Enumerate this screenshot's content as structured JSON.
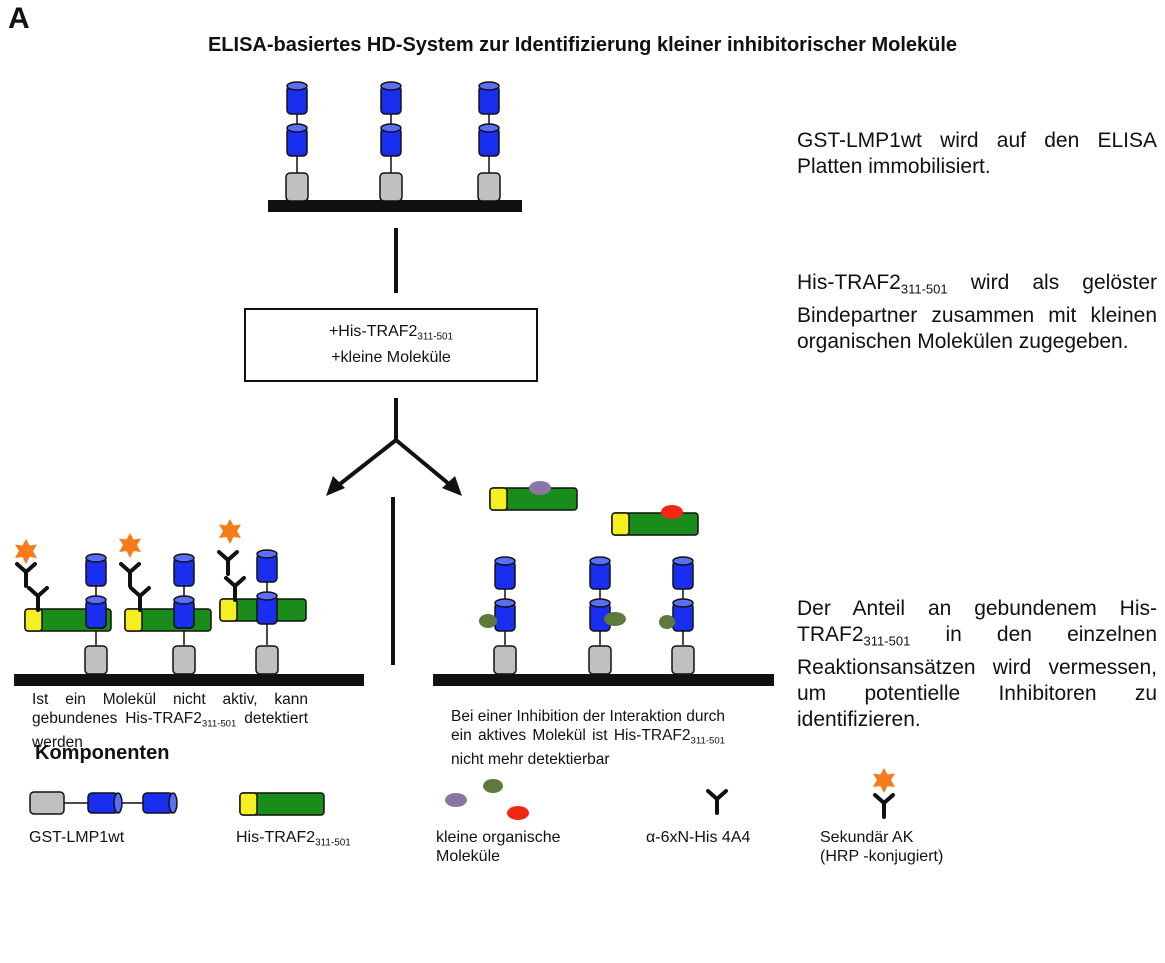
{
  "panel_letter": "A",
  "title": "ELISA-basiertes HD-System zur Identifizierung kleiner inhibitorischer Moleküle",
  "step_box": {
    "line1_main": "+His-TRAF2",
    "line1_sub": "311-501",
    "line2": "+kleine Moleküle"
  },
  "descriptions": {
    "step1": "GST-LMP1wt wird auf den ELISA Platten immobilisiert.",
    "step2_main": "His-TRAF2",
    "step2_sub": "311-501",
    "step2_rest": " wird als gelöster Bindepartner zusammen mit kleinen organischen Molekülen zugegeben.",
    "step3_pre": "Der Anteil an gebundenem His-TRAF2",
    "step3_sub": "311-501",
    "step3_rest": " in den einzelnen Reaktionsansätzen wird vermessen, um potentielle Inhibitoren zu identifizieren."
  },
  "captions": {
    "left_pre": "Ist ein Molekül nicht aktiv, kann gebundenes His-TRAF2",
    "left_sub": "311-501",
    "left_rest": " detektiert werden",
    "right_pre": "Bei einer Inhibition der Interaktion durch ein aktives Molekül ist His-TRAF2",
    "right_sub": "311-501",
    "right_rest": " nicht mehr detektierbar"
  },
  "legend": {
    "heading": "Komponenten",
    "gst": "GST-LMP1wt",
    "his_main": "His-TRAF2",
    "his_sub": "311-501",
    "small_line1": "kleine organische",
    "small_line2": "Moleküle",
    "antibody": "α-6xN-His 4A4",
    "secondary_line1": "Sekundär AK",
    "secondary_line2": "(HRP -konjugiert)"
  },
  "colors": {
    "gst": "#c0c0c0",
    "lmp1": "#1a2ef0",
    "lmp1_cap": "#5a6ef8",
    "traf_body": "#1a8c1a",
    "his_tag": "#f5ee20",
    "molecule_purple": "#8a74a8",
    "molecule_green": "#5e7a3a",
    "molecule_red": "#f02a10",
    "hrp": "#f57c18",
    "line": "#111111"
  },
  "icons": {
    "gst": "gst-domain-icon",
    "lmp1": "lmp1-cylinder-icon",
    "his_traf2": "his-traf2-bar-icon",
    "small_molecule": "small-molecule-icon",
    "antibody": "antibody-icon",
    "secondary_antibody": "hrp-secondary-antibody-icon"
  }
}
